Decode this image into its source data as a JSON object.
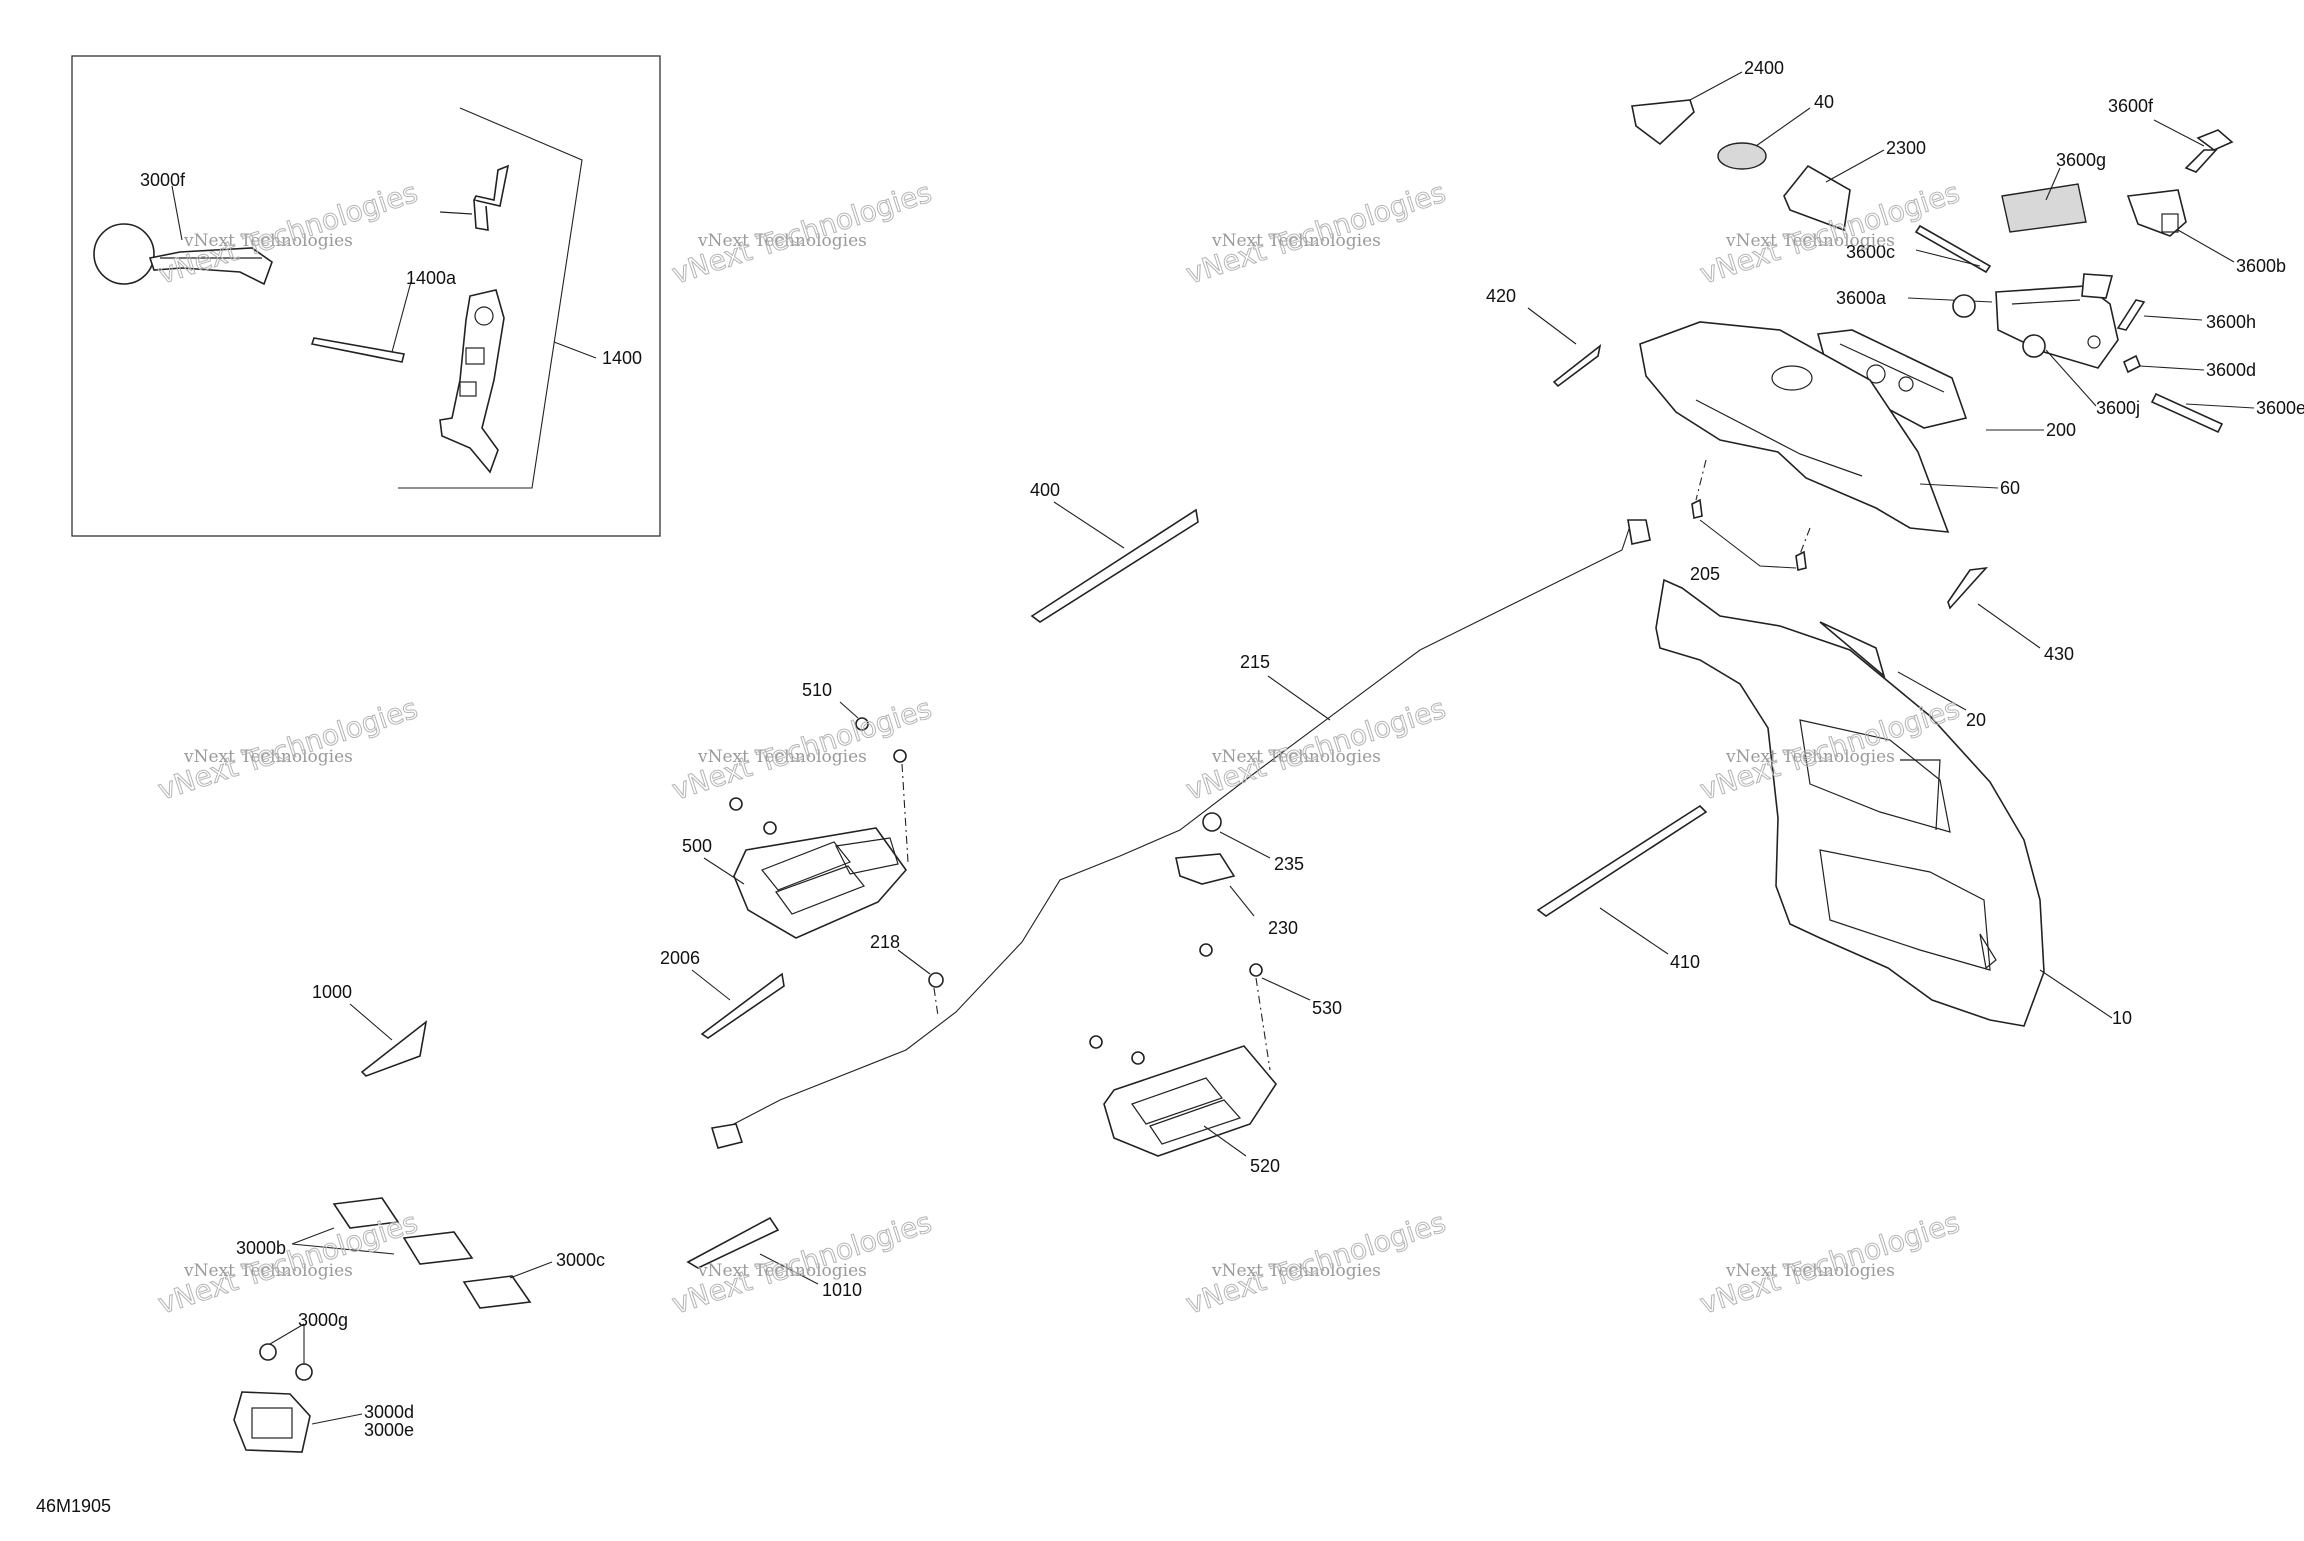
{
  "diagram": {
    "code": "46M1905",
    "watermark": {
      "line1": "vNext Technologies",
      "line2": "vNext Technologies"
    },
    "labels": {
      "l3000f": "3000f",
      "l1400a": "1400a",
      "l1400": "1400",
      "l2400": "2400",
      "l40": "40",
      "l2300": "2300",
      "l3600f": "3600f",
      "l3600g": "3600g",
      "l3600c": "3600c",
      "l3600b": "3600b",
      "l3600a": "3600a",
      "l3600h": "3600h",
      "l3600d": "3600d",
      "l3600j": "3600j",
      "l3600e": "3600e",
      "l420": "420",
      "l200": "200",
      "l60": "60",
      "l205": "205",
      "l430": "430",
      "l20": "20",
      "l400": "400",
      "l215": "215",
      "l510": "510",
      "l500": "500",
      "l235": "235",
      "l230": "230",
      "l218": "218",
      "l2006": "2006",
      "l410": "410",
      "l10": "10",
      "l1000": "1000",
      "l530": "530",
      "l520": "520",
      "l3000b": "3000b",
      "l3000c": "3000c",
      "l1010": "1010",
      "l3000g": "3000g",
      "l3000d": "3000d",
      "l3000e": "3000e"
    }
  }
}
